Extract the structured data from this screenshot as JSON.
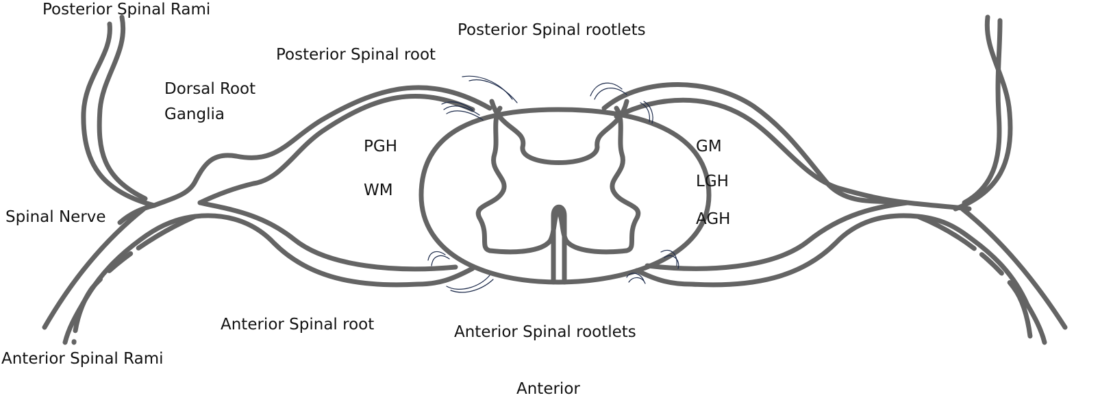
{
  "labels": {
    "posterior_spinal_rami": "Posterior Spinal Rami",
    "posterior_spinal_rootlets": "Posterior Spinal rootlets",
    "posterior_spinal_root": "Posterior Spinal root",
    "dorsal_root_ganglia_line1": "Dorsal Root",
    "dorsal_root_ganglia_line2": "Ganglia",
    "pgh": "PGH",
    "wm": "WM",
    "gm": "GM",
    "lgh": "LGH",
    "agh": "AGH",
    "spinal_nerve": "Spinal Nerve",
    "anterior_spinal_root": "Anterior Spinal root",
    "anterior_spinal_rootlets": "Anterior Spinal rootlets",
    "anterior_spinal_rami": "Anterior Spinal Rami",
    "anterior": "Anterior"
  }
}
